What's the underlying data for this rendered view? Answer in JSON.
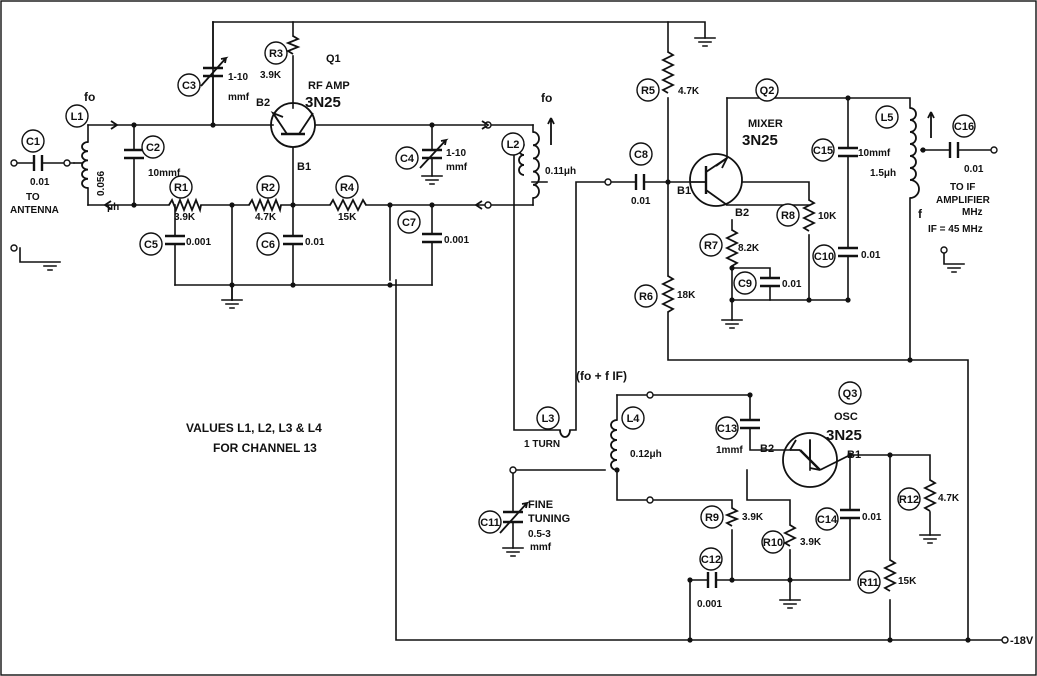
{
  "circuit": {
    "note_line1": "VALUES L1, L2, L3 & L4",
    "note_line2": "FOR CHANNEL 13",
    "to_antenna_1": "TO",
    "to_antenna_2": "ANTENNA",
    "to_if_1": "TO IF",
    "to_if_2": "AMPLIFIER",
    "to_if_3": "MHz",
    "if_freq": "IF = 45 MHz",
    "f_label": "f",
    "fo_left": "fo",
    "fo_right": "fo",
    "fo_plus_fif": "(fo + f IF)",
    "supply": "-18V",
    "fine_1": "FINE",
    "fine_2": "TUNING",
    "fine_3": "0.5-3",
    "fine_4": "mmf",
    "transistors": {
      "q1": {
        "id": "Q1",
        "role": "RF AMP",
        "type": "3N25",
        "b2": "B2",
        "b1": "B1"
      },
      "q2": {
        "id": "Q2",
        "role": "MIXER",
        "type": "3N25",
        "b2": "B2",
        "b1": "B1"
      },
      "q3": {
        "id": "Q3",
        "role": "OSC",
        "type": "3N25",
        "b2": "B2",
        "b1": "B1"
      }
    },
    "resistors": {
      "r1": {
        "id": "R1",
        "value": "3.9K"
      },
      "r2": {
        "id": "R2",
        "value": "4.7K"
      },
      "r3": {
        "id": "R3",
        "value": "3.9K"
      },
      "r4": {
        "id": "R4",
        "value": "15K"
      },
      "r5": {
        "id": "R5",
        "value": "4.7K"
      },
      "r6": {
        "id": "R6",
        "value": "18K"
      },
      "r7": {
        "id": "R7",
        "value": "8.2K"
      },
      "r8": {
        "id": "R8",
        "value": "10K"
      },
      "r9": {
        "id": "R9",
        "value": "3.9K"
      },
      "r10": {
        "id": "R10",
        "value": "3.9K"
      },
      "r11": {
        "id": "R11",
        "value": "15K"
      },
      "r12": {
        "id": "R12",
        "value": "4.7K"
      }
    },
    "capacitors": {
      "c1": {
        "id": "C1",
        "value": "0.01"
      },
      "c2": {
        "id": "C2",
        "value": "10mmf"
      },
      "c3": {
        "id": "C3",
        "value_1": "1-10",
        "value_2": "mmf"
      },
      "c4": {
        "id": "C4",
        "value_1": "1-10",
        "value_2": "mmf"
      },
      "c5": {
        "id": "C5",
        "value": "0.001"
      },
      "c6": {
        "id": "C6",
        "value": "0.01"
      },
      "c7": {
        "id": "C7",
        "value": "0.001"
      },
      "c8": {
        "id": "C8",
        "value": "0.01"
      },
      "c9": {
        "id": "C9",
        "value": "0.01"
      },
      "c10": {
        "id": "C10",
        "value": "0.01"
      },
      "c11": {
        "id": "C11"
      },
      "c12": {
        "id": "C12",
        "value": "0.001"
      },
      "c13": {
        "id": "C13",
        "value": "1mmf"
      },
      "c14": {
        "id": "C14",
        "value": "0.01"
      },
      "c15": {
        "id": "C15",
        "value": "10mmf"
      },
      "c16": {
        "id": "C16",
        "value": "0.01"
      }
    },
    "inductors": {
      "l1": {
        "id": "L1",
        "value_1": "0.056",
        "value_2": "μh"
      },
      "l2": {
        "id": "L2",
        "value": "0.11μh"
      },
      "l3": {
        "id": "L3",
        "value": "1 TURN"
      },
      "l4": {
        "id": "L4",
        "value": "0.12μh"
      },
      "l5": {
        "id": "L5",
        "value": "1.5μh"
      }
    }
  }
}
